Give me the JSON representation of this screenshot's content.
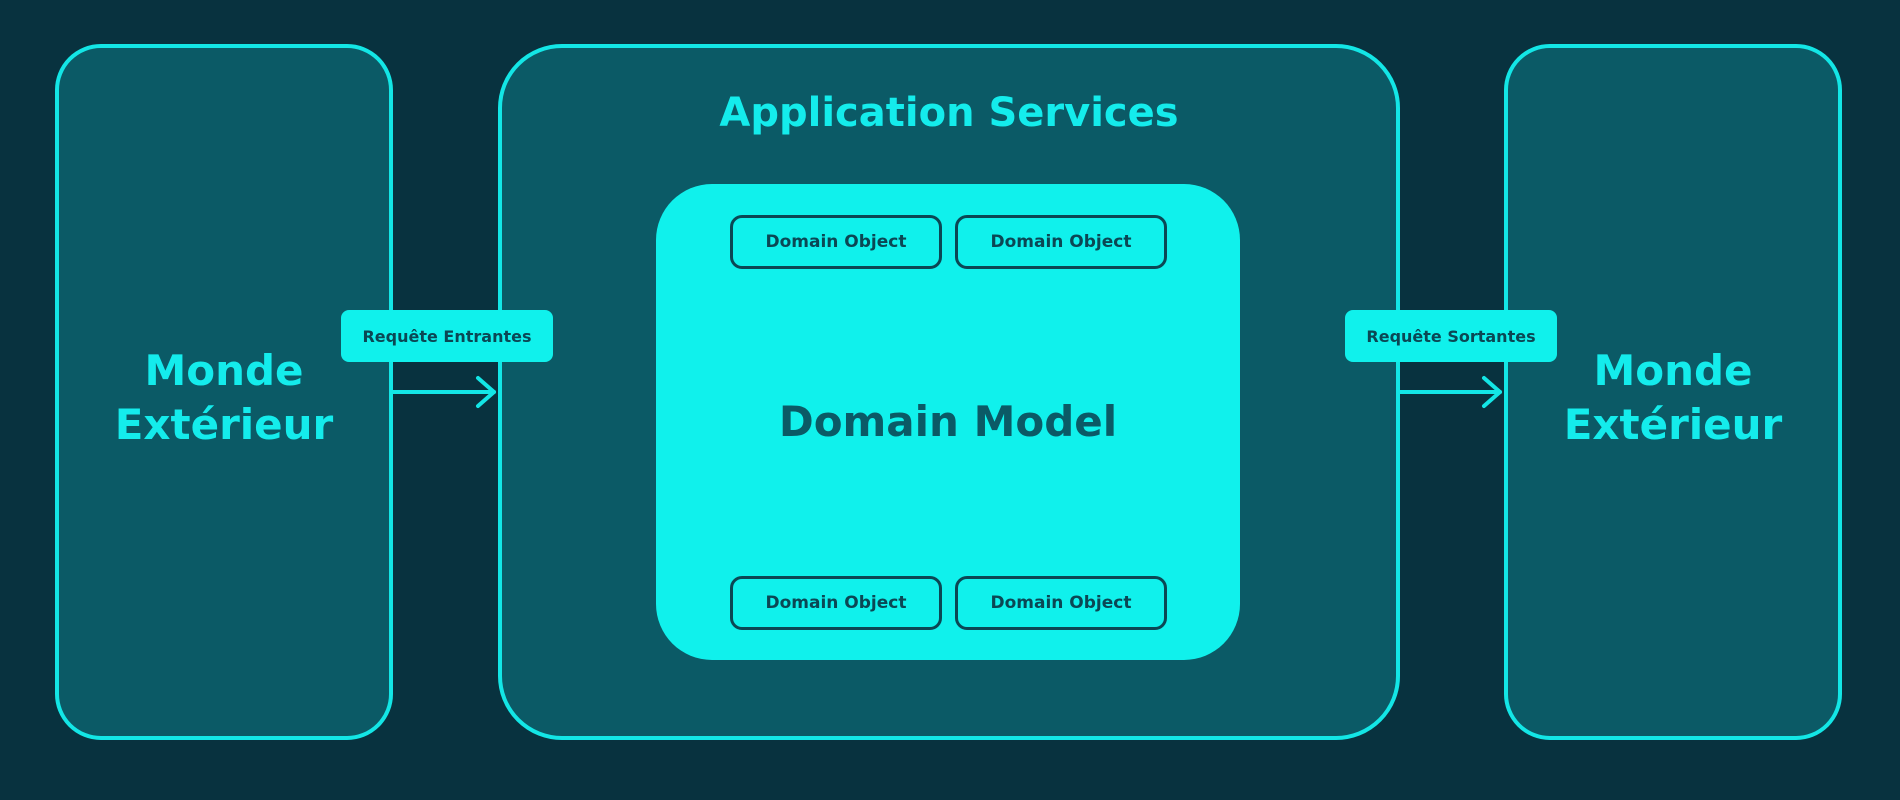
{
  "diagram": {
    "left_world": {
      "line1": "Monde",
      "line2": "Extérieur"
    },
    "right_world": {
      "line1": "Monde",
      "line2": "Extérieur"
    },
    "application_services": {
      "title": "Application Services"
    },
    "domain_model": {
      "title": "Domain Model",
      "objects": [
        "Domain Object",
        "Domain Object",
        "Domain Object",
        "Domain Object"
      ]
    },
    "incoming_request": "Requête Entrantes",
    "outgoing_request": "Requête Sortantes"
  },
  "colors": {
    "background": "#08323f",
    "panel": "#0b5a66",
    "accent": "#13e6e6",
    "domain_fill": "#10f1ec",
    "dark_text": "#0b4754"
  }
}
